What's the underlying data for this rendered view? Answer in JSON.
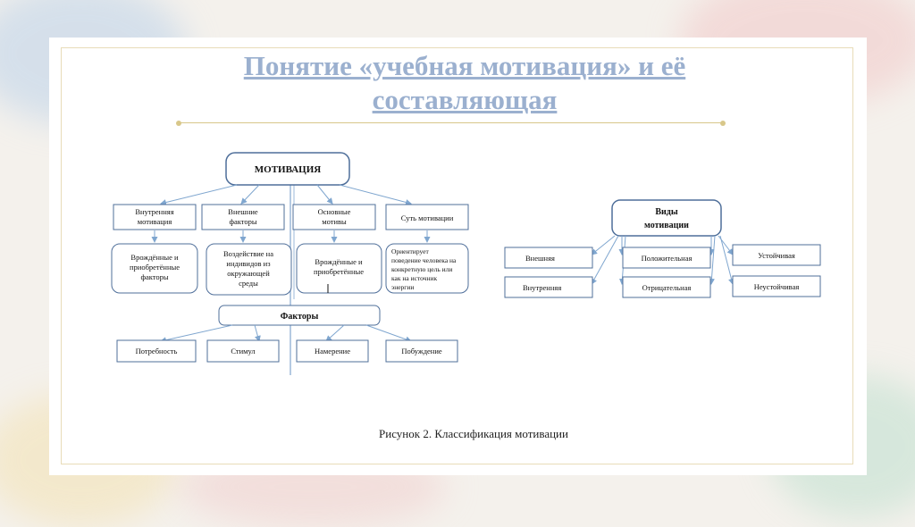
{
  "title": {
    "line1": "Понятие «учебная мотивация» и её",
    "line2": "составляющая"
  },
  "left_diagram": {
    "root": "МОТИВАЦИЯ",
    "level1": [
      "Внутренняя мотивация",
      "Внешние факторы",
      "Основные мотивы",
      "Суть мотивации"
    ],
    "level2": [
      "Врождённые и приобретённые факторы",
      "Воздействие на индивидов из окружающей среды",
      "Врождённые и приобретённые",
      "Ориентирует поведение человека на конкретную цель или как на источник энергии"
    ],
    "factors_label": "Факторы",
    "factors": [
      "Потребность",
      "Стимул",
      "Намерение",
      "Побуждение"
    ]
  },
  "right_diagram": {
    "root": "Виды мотивации",
    "col1": [
      "Внешняя",
      "Внутренняя"
    ],
    "col2": [
      "Положительная",
      "Отрицательная"
    ],
    "col3": [
      "Устойчивая",
      "Неустойчивая"
    ]
  },
  "caption": "Рисунок 2. Классификация мотивации",
  "colors": {
    "box_border": "#4f6f9a",
    "arrow": "#7fa6cf",
    "title": "#9bb0cf",
    "accent_line": "#d8c78a"
  }
}
